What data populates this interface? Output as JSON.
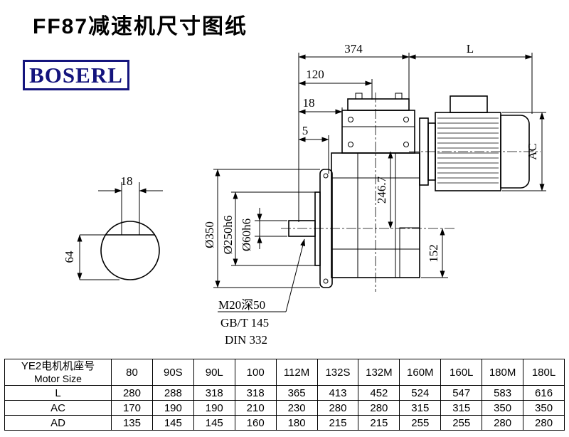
{
  "page": {
    "title": "FF87减速机尺寸图纸",
    "brand": "BOSERL"
  },
  "drawing": {
    "labels": {
      "dim_374": "374",
      "dim_L": "L",
      "dim_120": "120",
      "dim_18": "18",
      "dim_5": "5",
      "dim_AC": "AC",
      "dim_246_7": "246.7",
      "dia_350": "Ø350",
      "dia_250": "Ø250h6",
      "dia_60": "Ø60h6",
      "dim_152": "152",
      "thread_note": "M20深50",
      "std_gb": "GB/T 145",
      "std_din": "DIN 332",
      "shaft_key_width": "18",
      "shaft_height": "64"
    }
  },
  "table": {
    "header": {
      "line1": "YE2电机机座号",
      "line2": "Motor Size"
    },
    "sizes": [
      "80",
      "90S",
      "90L",
      "100",
      "112M",
      "132S",
      "132M",
      "160M",
      "160L",
      "180M",
      "180L"
    ],
    "rows": [
      {
        "label": "L",
        "values": [
          "280",
          "288",
          "318",
          "318",
          "365",
          "413",
          "452",
          "524",
          "547",
          "583",
          "616"
        ]
      },
      {
        "label": "AC",
        "values": [
          "170",
          "190",
          "190",
          "210",
          "230",
          "280",
          "280",
          "315",
          "315",
          "350",
          "350"
        ]
      },
      {
        "label": "AD",
        "values": [
          "135",
          "145",
          "145",
          "160",
          "180",
          "215",
          "215",
          "255",
          "255",
          "280",
          "280"
        ]
      }
    ]
  }
}
